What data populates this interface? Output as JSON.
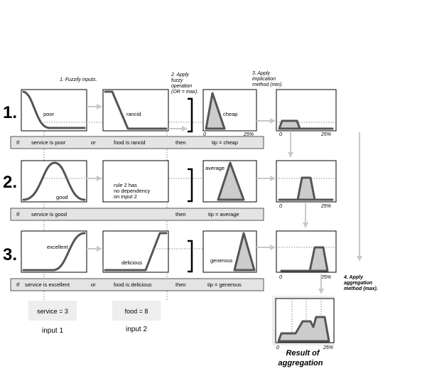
{
  "steps": {
    "fuzzify": "1. Fuzzify inputs.",
    "apply_op": [
      "2. Apply",
      "fuzzy",
      "operation",
      "(OR = max)."
    ],
    "implication": [
      "3. Apply",
      "implication",
      "method (min)."
    ],
    "aggregation": [
      "4. Apply",
      "aggregation",
      "method (max)."
    ]
  },
  "rule_numbers": [
    "1.",
    "2.",
    "3."
  ],
  "rules": [
    {
      "if": "If",
      "antecedent1": "service is poor",
      "connector": "or",
      "antecedent2": "food is rancid",
      "then": "then",
      "consequent": "tip = cheap",
      "mf1": "poor",
      "mf2": "rancid",
      "out": "cheap"
    },
    {
      "if": "If",
      "antecedent1": "service is good",
      "connector": "",
      "antecedent2": "",
      "then": "then",
      "consequent": "tip = average",
      "mf1": "good",
      "mf2_note": [
        "rule 2 has",
        "no dependency",
        "on input 2"
      ],
      "out": "average"
    },
    {
      "if": "If",
      "antecedent1": "service is excellent",
      "connector": "or",
      "antecedent2": "food is delicious",
      "then": "then",
      "consequent": "tip = generous",
      "mf1": "excellent",
      "mf2": "delicious",
      "out": "generous"
    }
  ],
  "axis": {
    "min": "0",
    "max": "25%"
  },
  "inputs": [
    {
      "value": "service = 3",
      "label": "input 1"
    },
    {
      "value": "food = 8",
      "label": "input 2"
    }
  ],
  "result": [
    "Result of",
    "aggregation"
  ]
}
